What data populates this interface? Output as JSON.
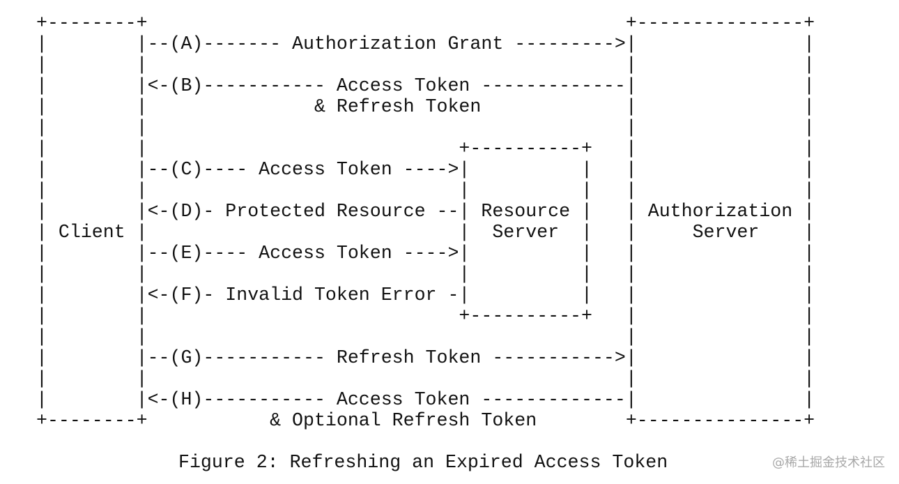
{
  "diagram": {
    "lines": [
      "+--------+                                           +---------------+",
      "|        |--(A)------- Authorization Grant --------->|               |",
      "|        |                                           |               |",
      "|        |<-(B)----------- Access Token -------------|               |",
      "|        |               & Refresh Token             |               |",
      "|        |                                           |               |",
      "|        |                            +----------+   |               |",
      "|        |--(C)---- Access Token ---->|          |   |               |",
      "|        |                            |          |   |               |",
      "|        |<-(D)- Protected Resource --| Resource |   | Authorization |",
      "| Client |                            |  Server  |   |     Server    |",
      "|        |--(E)---- Access Token ---->|          |   |               |",
      "|        |                            |          |   |               |",
      "|        |<-(F)- Invalid Token Error -|          |   |               |",
      "|        |                            +----------+   |               |",
      "|        |                                           |               |",
      "|        |--(G)----------- Refresh Token ----------->|               |",
      "|        |                                           |               |",
      "|        |<-(H)----------- Access Token -------------|               |",
      "+--------+           & Optional Refresh Token        +---------------+"
    ]
  },
  "caption": "Figure 2: Refreshing an Expired Access Token",
  "watermark": "@稀土掘金技术社区"
}
